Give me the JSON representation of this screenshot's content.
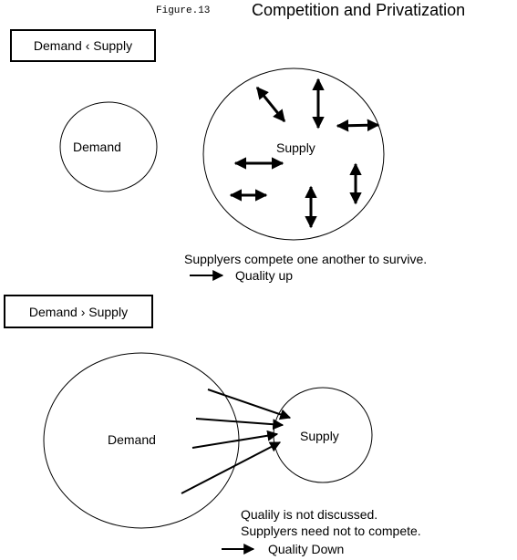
{
  "header": {
    "figure_label": "Figure.13",
    "title": "Competition and Privatization"
  },
  "section1": {
    "box_label": "Demand ‹ Supply",
    "demand_label": "Demand",
    "supply_label": "Supply",
    "caption": "Supplyers compete one another to survive.",
    "legend_text": "Quality up"
  },
  "section2": {
    "box_label": "Demand › Supply",
    "demand_label": "Demand",
    "supply_label": "Supply",
    "caption_line1": "Qualily is not discussed.",
    "caption_line2": "Supplyers need not to compete.",
    "legend_text": "Quality Down"
  },
  "colors": {
    "ink": "#000000",
    "background": "#ffffff"
  }
}
